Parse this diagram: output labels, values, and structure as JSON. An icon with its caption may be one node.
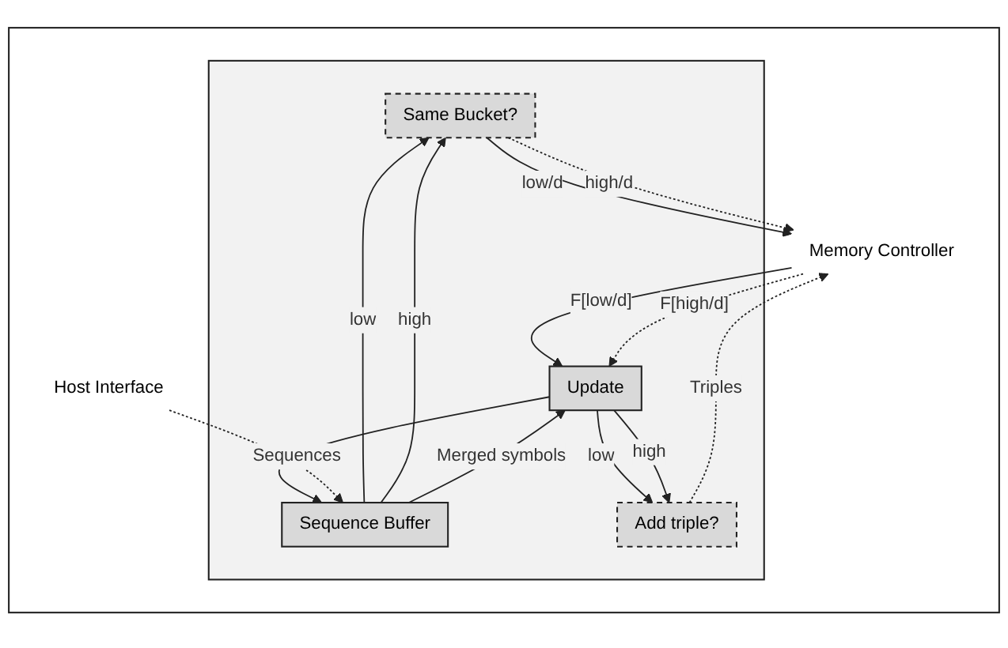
{
  "diagram": {
    "nodes": [
      {
        "text": [],
        "shape": "box"
      },
      {
        "text": [
          "Memory Controller"
        ],
        "in": 0
      },
      {
        "text": [],
        "shape": "box",
        "in": 0
      },
      {
        "text": [
          "Same Bucket?"
        ],
        "in": 2
      },
      {
        "text": [
          "Sequence Buffer"
        ],
        "in": 2
      },
      {
        "text": [
          "Update"
        ],
        "in": 2
      },
      {
        "text": [
          "Add triple?"
        ],
        "in": 2
      },
      {
        "text": [
          "Host Interface"
        ],
        "in": 0
      }
    ],
    "edges": [
      {
        "from": 4,
        "to": 3,
        "arrow": "to",
        "label": "low"
      },
      {
        "from": 4,
        "to": 3,
        "arrow": "to",
        "label": "high"
      },
      {
        "from": 3,
        "to": 1,
        "arrow": "to",
        "label": "low/d"
      },
      {
        "from": 3,
        "to": 1,
        "arrow": "to",
        "label": "high/d",
        "style": "dashed"
      },
      {
        "from": 1,
        "to": 5,
        "arrow": "to",
        "label": "F[low/d]"
      },
      {
        "from": 1,
        "to": 5,
        "arrow": "to",
        "label": "F[high/d]",
        "style": "dashed"
      },
      {
        "from": 4,
        "to": 5,
        "arrow": "to",
        "label": "Merged symbols"
      },
      {
        "from": 5,
        "to": 4,
        "arrow": "to"
      },
      {
        "from": 5,
        "to": 6,
        "arrow": "to",
        "label": "low"
      },
      {
        "from": 5,
        "to": 6,
        "arrow": "to",
        "label": "high"
      },
      {
        "from": 6,
        "to": 1,
        "arrow": "to",
        "label": "Triples",
        "style": "dashed"
      },
      {
        "from": 7,
        "to": 4,
        "arrow": "to",
        "label": "Sequences",
        "style": "dashed"
      }
    ]
  }
}
